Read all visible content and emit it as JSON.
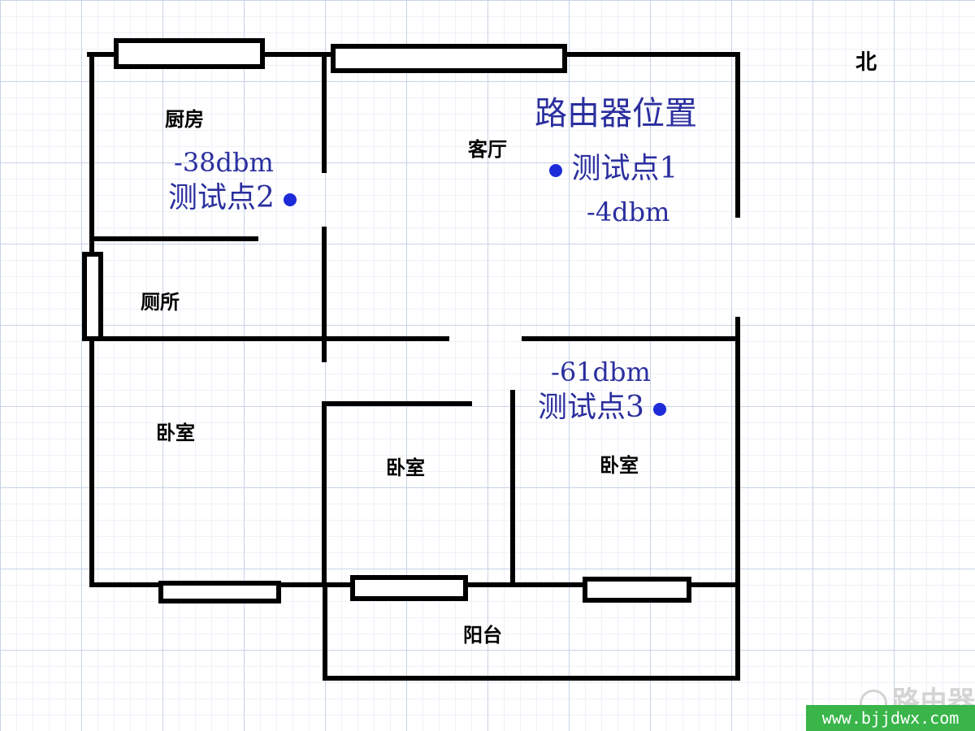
{
  "compass": {
    "north": "北"
  },
  "rooms": {
    "kitchen": "厨房",
    "living_room": "客厅",
    "toilet": "厕所",
    "bedroom_left": "卧室",
    "bedroom_middle": "卧室",
    "bedroom_right": "卧室",
    "balcony": "阳台"
  },
  "router": {
    "label": "路由器位置"
  },
  "test_points": [
    {
      "name": "测试点1",
      "signal": "-4dbm"
    },
    {
      "name": "测试点2",
      "signal": "-38dbm"
    },
    {
      "name": "测试点3",
      "signal": "-61dbm"
    }
  ],
  "colors": {
    "annotation_text": "#2b2f9e",
    "test_point_dot": "#1d2bd9",
    "wall": "#000000"
  },
  "watermark": {
    "logo_text": "路由器",
    "url": "www.bjjdwx.com"
  }
}
